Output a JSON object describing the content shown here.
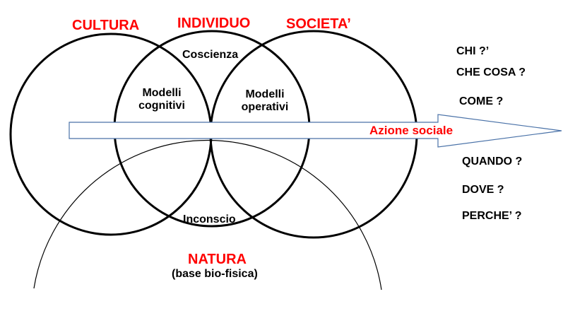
{
  "headings": {
    "cultura": "CULTURA",
    "individuo": "INDIVIDUO",
    "societa": "SOCIETA’",
    "natura": "NATURA",
    "natura_sub": "(base bio-fisica)"
  },
  "regions": {
    "coscienza": "Coscienza",
    "modelli_cognitivi": [
      "Modelli",
      "cognitivi"
    ],
    "modelli_operativi": [
      "Modelli",
      "operativi"
    ],
    "inconscio": "Inconscio"
  },
  "arrow_label": "Azione sociale",
  "questions": [
    "CHI ?’",
    "CHE COSA ?",
    "COME ?",
    "QUANDO ?",
    "DOVE ?",
    "PERCHE’ ?"
  ],
  "colors": {
    "accent": "#ff0000",
    "arrow_stroke": "#4a72a8",
    "arrow_fill": "#ffffff"
  }
}
